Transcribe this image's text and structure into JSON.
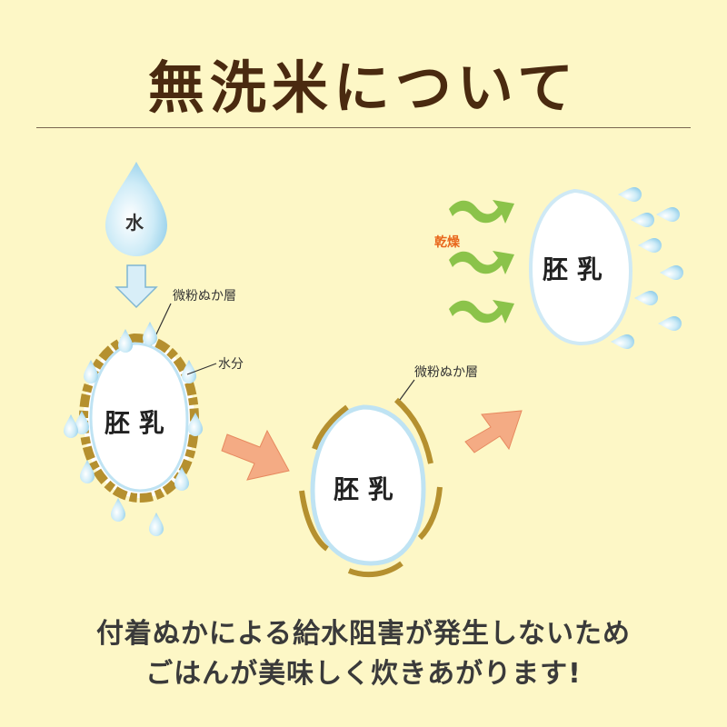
{
  "title": "無洗米について",
  "diagram": {
    "water_label": "水",
    "bran_layer_label": "微粉ぬか層",
    "moisture_label": "水分",
    "endosperm_label": "胚 乳",
    "drying_label": "乾燥",
    "colors": {
      "background": "#fdf7c6",
      "title": "#4a2a10",
      "water": "#a9d9f0",
      "grain_fill": "#ffffff",
      "grain_outline": "#bfe3f3",
      "bran": "#b5902f",
      "arrow_down": "#d8eef8",
      "arrow_salmon": "#f4ab84",
      "wind_arrow": "#8bc34a",
      "drying_label": "#e8671c"
    }
  },
  "caption": {
    "line1": "付着ぬかによる給水阻害が発生しないため",
    "line2": "ごはんが美味しく炊きあがります!"
  }
}
